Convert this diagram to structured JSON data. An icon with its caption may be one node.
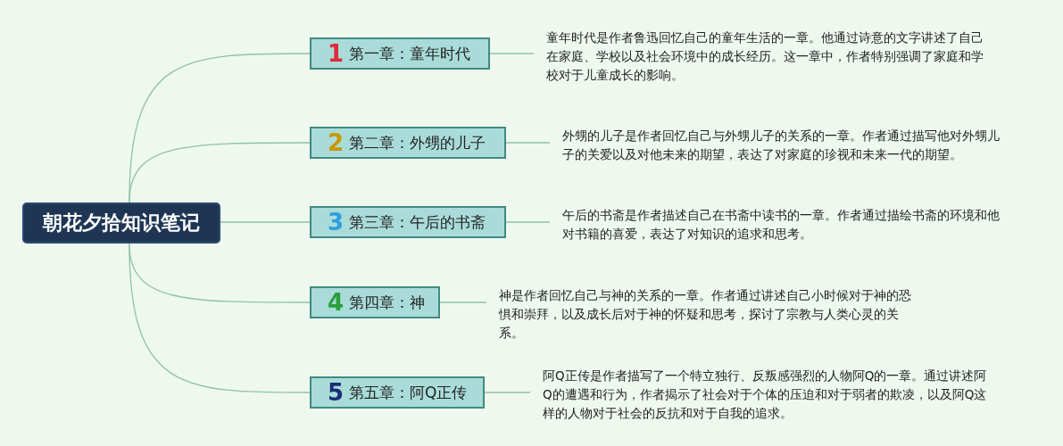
{
  "diagram": {
    "nodes": [
      {
        "text": [
          "朝花夕拾知识笔记"
        ]
      },
      {
        "text": [
          "1",
          "第一章：童年时代"
        ]
      },
      {
        "text": [
          "童年时代是作者鲁迅回忆自己的童年生活的一章。他通过诗意的文字讲述了自己在家庭、学校以及社会环境中的成长经历。这一章中，作者特别强调了家庭和学校对于儿童成长的影响。"
        ]
      },
      {
        "text": [
          "2",
          "第二章：外甥的儿子"
        ]
      },
      {
        "text": [
          "外甥的儿子是作者回忆自己与外甥儿子的关系的一章。作者通过描写他对外甥儿子的关爱以及对他未来的期望，表达了对家庭的珍视和未来一代的期望。"
        ]
      },
      {
        "text": [
          "3",
          "第三章：午后的书斋"
        ]
      },
      {
        "text": [
          "午后的书斋是作者描述自己在书斋中读书的一章。作者通过描绘书斋的环境和他对书籍的喜爱，表达了对知识的追求和思考。"
        ]
      },
      {
        "text": [
          "4",
          "第四章：神"
        ]
      },
      {
        "text": [
          "神是作者回忆自己与神的关系的一章。作者通过讲述自己小时候对于神的恐惧和崇拜，以及成长后对于神的怀疑和思考，探讨了宗教与人类心灵的关系。"
        ]
      },
      {
        "text": [
          "5",
          "第五章：阿Q正传"
        ]
      },
      {
        "text": [
          "阿Q正传是作者描写了一个特立独行、反叛感强烈的人物阿Q的一章。通过讲述阿Q的遭遇和行为，作者揭示了社会对于个体的压迫和对于弱者的欺凌，以及阿Q这样的人物对于社会的反抗和对于自我的追求。"
        ]
      }
    ],
    "edges": [
      {
        "from": 0,
        "to": 1,
        "arrow": "none"
      },
      {
        "from": 1,
        "to": 2,
        "arrow": "none"
      },
      {
        "from": 0,
        "to": 3,
        "arrow": "none"
      },
      {
        "from": 3,
        "to": 4,
        "arrow": "none"
      },
      {
        "from": 0,
        "to": 5,
        "arrow": "none"
      },
      {
        "from": 5,
        "to": 6,
        "arrow": "none"
      },
      {
        "from": 0,
        "to": 7,
        "arrow": "none"
      },
      {
        "from": 7,
        "to": 8,
        "arrow": "none"
      },
      {
        "from": 0,
        "to": 9,
        "arrow": "none"
      },
      {
        "from": 9,
        "to": 10,
        "arrow": "none"
      }
    ]
  }
}
